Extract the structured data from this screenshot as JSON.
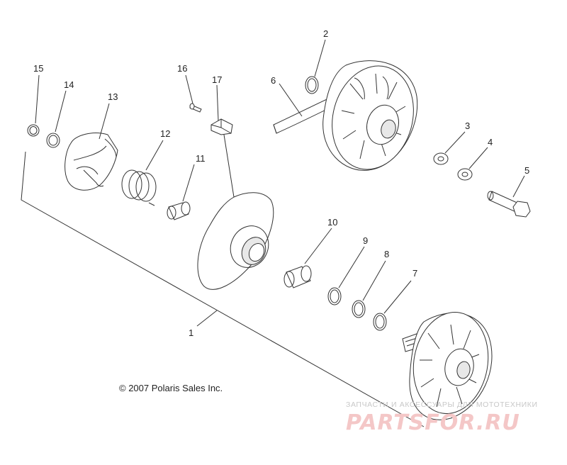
{
  "diagram": {
    "callouts": {
      "c1": "1",
      "c2": "2",
      "c3": "3",
      "c4": "4",
      "c5": "5",
      "c6": "6",
      "c7": "7",
      "c8": "8",
      "c9": "9",
      "c10": "10",
      "c11": "11",
      "c12": "12",
      "c13": "13",
      "c14": "14",
      "c15": "15",
      "c16": "16",
      "c17": "17"
    },
    "copyright": "© 2007 Polaris Sales Inc.",
    "watermark": {
      "caption": "ЗАПЧАСТИ И АКСЕССУАРЫ ДЛЯ МОТОТЕХНИКИ",
      "logo": "PARTSFOR.RU"
    }
  }
}
